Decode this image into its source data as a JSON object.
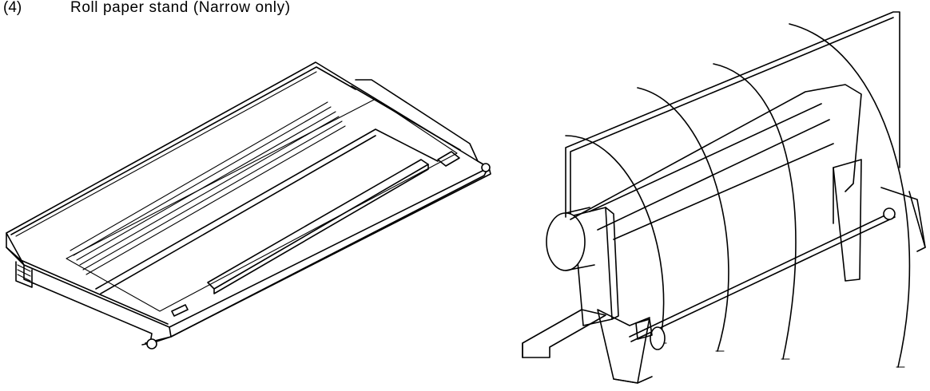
{
  "heading": {
    "number": "(4)",
    "title": "Roll paper stand (Narrow only)"
  },
  "figures": {
    "left_icon": "printer-cover-drawing",
    "right_icon": "roll-paper-stand-drawing"
  }
}
